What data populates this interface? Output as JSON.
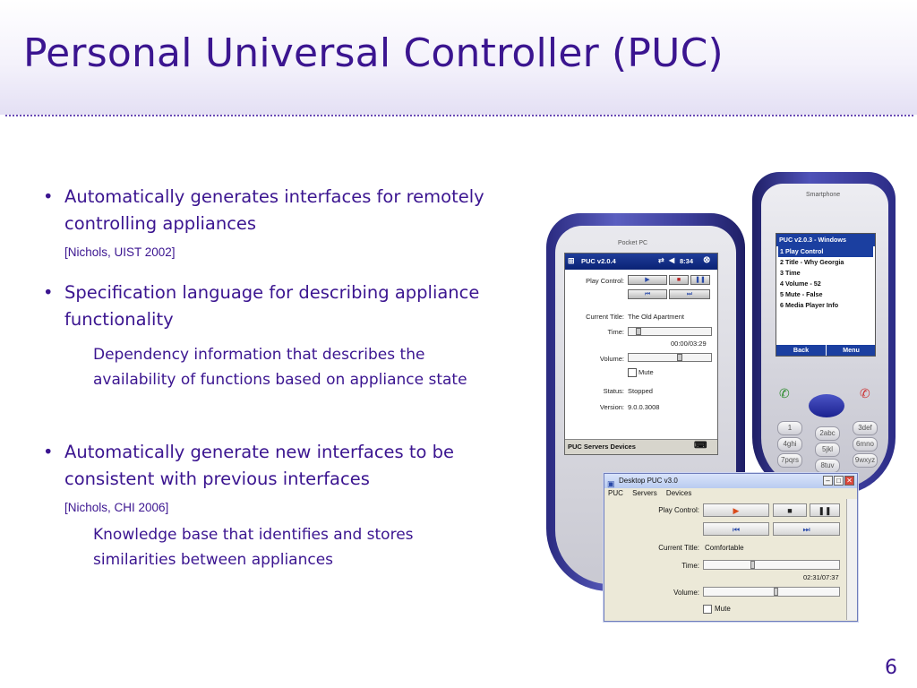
{
  "slide": {
    "title": "Personal Universal Controller (PUC)",
    "number": "6"
  },
  "bullets": [
    {
      "text": "Automatically generates interfaces for remotely controlling appliances",
      "citation": "[Nichols, UIST 2002]",
      "sub": ""
    },
    {
      "text": "Specification language for describing appliance functionality",
      "citation": "",
      "sub": "Dependency information that describes the availability of functions based on appliance state"
    },
    {
      "text": "Automatically generate new interfaces to be consistent with previous interfaces",
      "citation": "[Nichols, CHI 2006]",
      "sub": "Knowledge base that identifies and stores similarities between appliances"
    }
  ],
  "pocket_pc": {
    "brand": "Pocket PC",
    "title": "PUC v2.0.4",
    "clock": "8:34",
    "play_control_label": "Play Control:",
    "current_title_label": "Current Title:",
    "current_title": "The Old Apartment",
    "time_label": "Time:",
    "time_value": "00:00/03:29",
    "volume_label": "Volume:",
    "mute_label": "Mute",
    "status_label": "Status:",
    "status_value": "Stopped",
    "version_label": "Version:",
    "version_value": "9.0.0.3008",
    "bottom_bar": "PUC Servers Devices"
  },
  "smartphone": {
    "brand": "Smartphone",
    "title": "PUC v2.0.3 - Windows",
    "items": [
      "1  Play Control",
      "2  Title - Why Georgia",
      "3  Time",
      "4  Volume - 52",
      "5  Mute - False",
      "6  Media Player Info"
    ],
    "soft_left": "Back",
    "soft_right": "Menu",
    "keys": [
      "1",
      "2abc",
      "3def",
      "4ghi",
      "5jkl",
      "6mno",
      "7pqrs",
      "8tuv",
      "9wxyz"
    ]
  },
  "desktop": {
    "title": "Desktop PUC v3.0",
    "menu": [
      "PUC",
      "Servers",
      "Devices"
    ],
    "play_control_label": "Play Control:",
    "current_title_label": "Current Title:",
    "current_title": "Comfortable",
    "time_label": "Time:",
    "time_value": "02:31/07:37",
    "volume_label": "Volume:",
    "mute_label": "Mute"
  }
}
